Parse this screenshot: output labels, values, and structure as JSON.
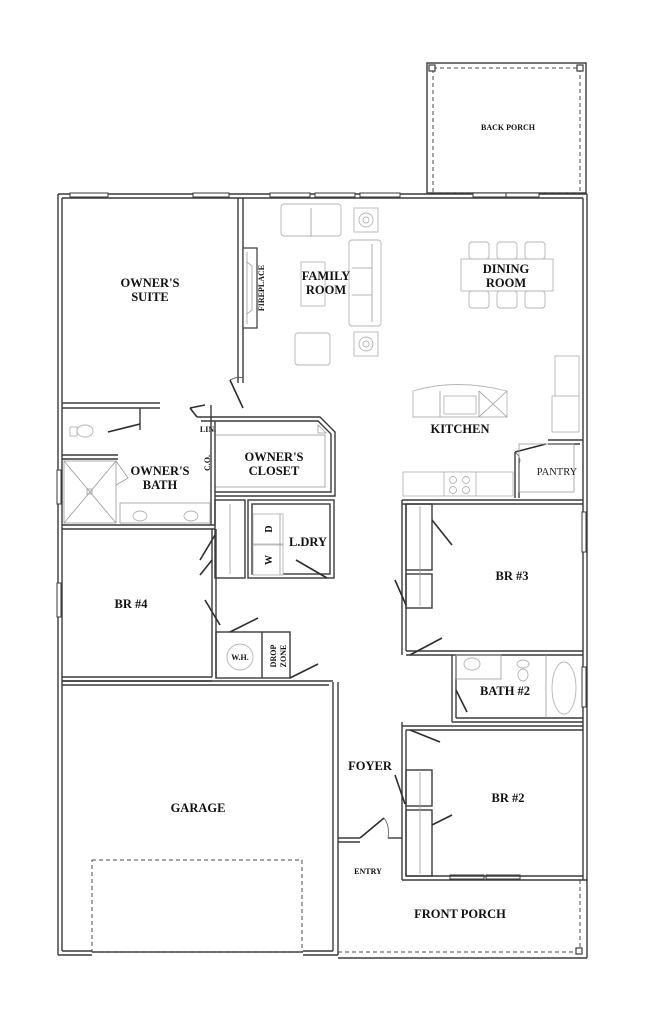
{
  "floor_plan": {
    "rooms": {
      "back_porch": "BACK PORCH",
      "owners_suite_line1": "OWNER'S",
      "owners_suite_line2": "SUITE",
      "family_room_line1": "FAMILY",
      "family_room_line2": "ROOM",
      "dining_room_line1": "DINING",
      "dining_room_line2": "ROOM",
      "fireplace": "FIREPLACE",
      "kitchen": "KITCHEN",
      "pantry": "PANTRY",
      "linen": "LIN.",
      "coat_closet": "C.O.",
      "owners_closet_line1": "OWNER'S",
      "owners_closet_line2": "CLOSET",
      "owners_bath_line1": "OWNER'S",
      "owners_bath_line2": "BATH",
      "laundry": "L.DRY",
      "dryer": "D",
      "washer": "W",
      "br4": "BR #4",
      "br3": "BR #3",
      "bath2": "BATH #2",
      "water_heater": "W.H.",
      "drop_zone_line1": "DROP",
      "drop_zone_line2": "ZONE",
      "garage": "GARAGE",
      "foyer": "FOYER",
      "br2": "BR #2",
      "entry": "ENTRY",
      "front_porch": "FRONT PORCH"
    },
    "colors": {
      "wall": "#3a3a3a",
      "furniture": "#b5b5b5",
      "background": "#ffffff",
      "label": "#111111"
    }
  }
}
